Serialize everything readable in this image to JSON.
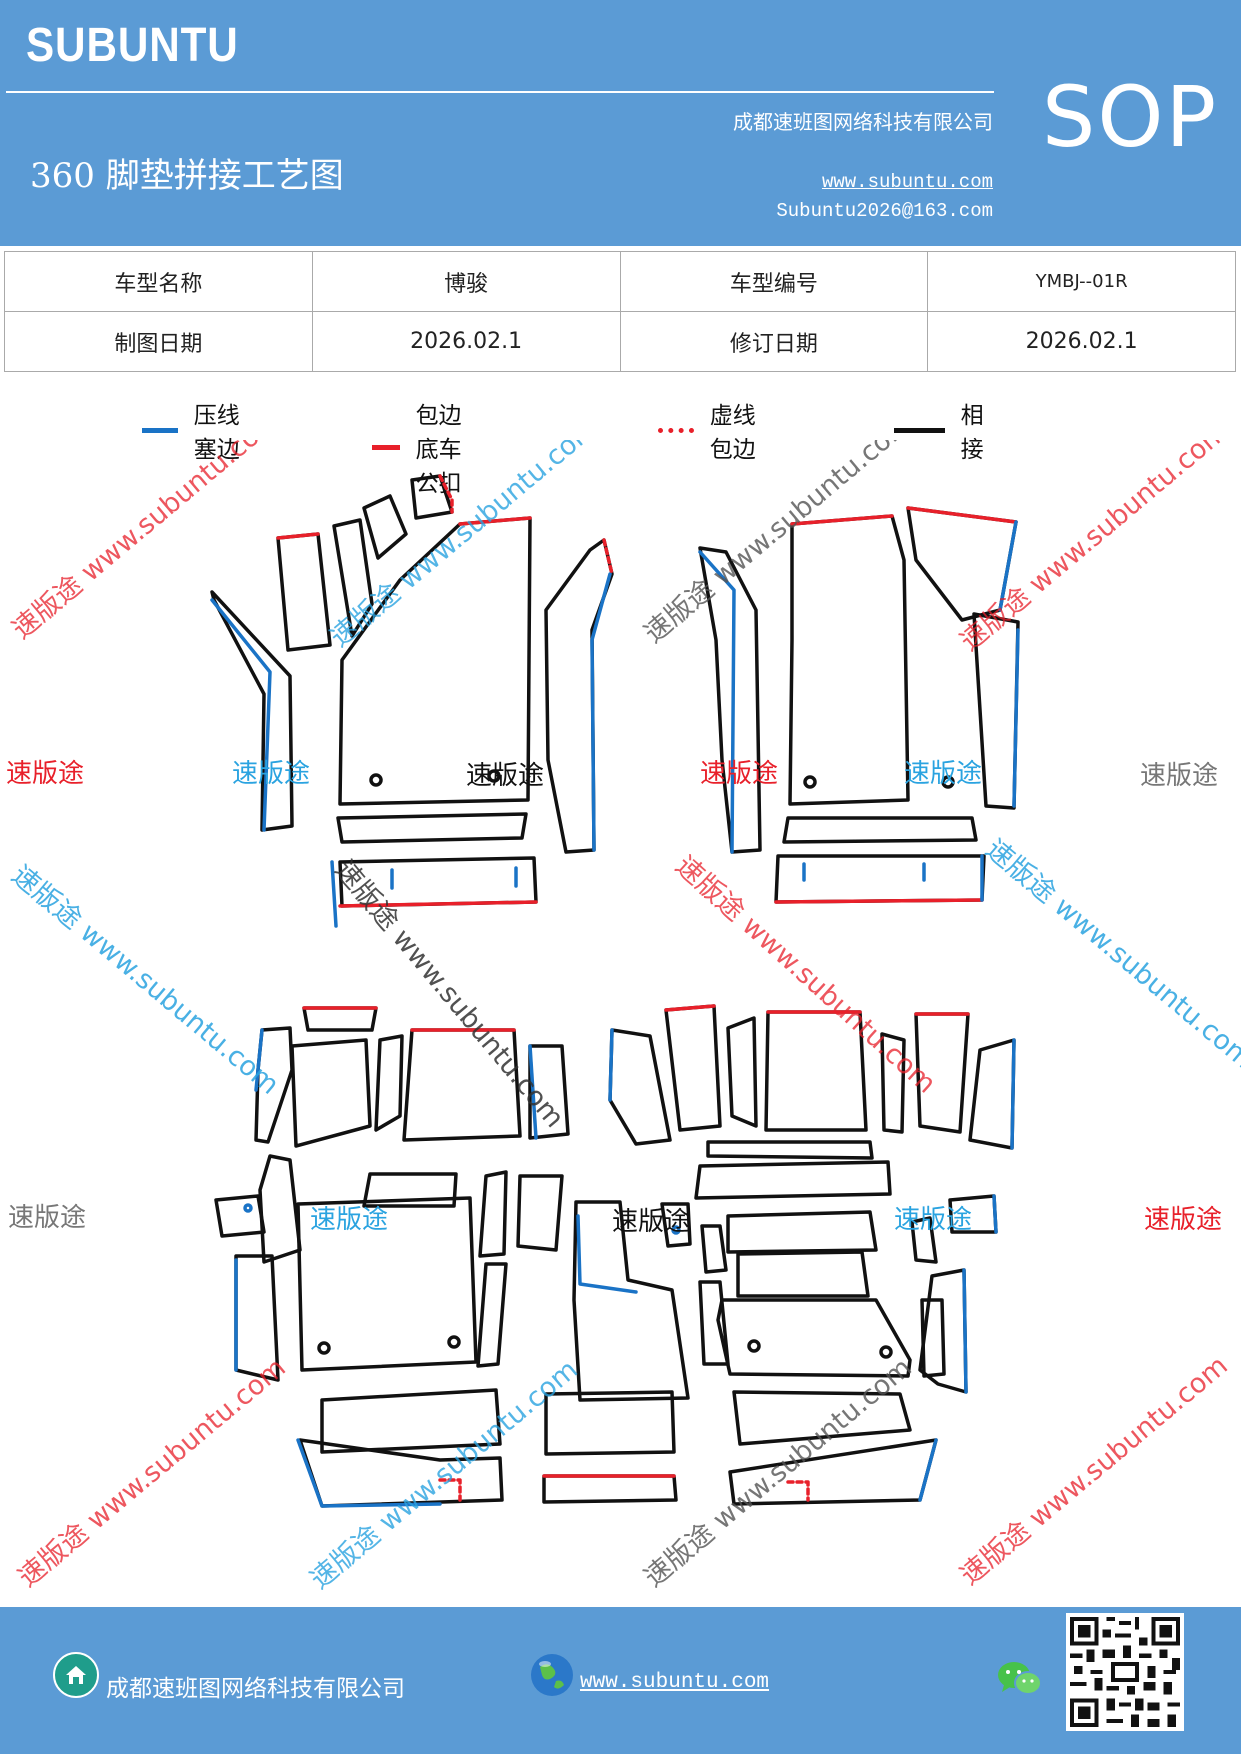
{
  "header": {
    "brand": "SUBUNTU",
    "company": "成都速班图网络科技有限公司",
    "title": "360 脚垫拼接工艺图",
    "website": "www.subuntu.com",
    "email": "Subuntu2026@163.com",
    "badge": "SOP"
  },
  "info_table": {
    "rows": [
      [
        "车型名称",
        "博骏",
        "车型编号",
        "YMBJ--01R"
      ],
      [
        "制图日期",
        "2026.02.1",
        "修订日期",
        "2026.02.1"
      ]
    ]
  },
  "legend": [
    {
      "label": "压线塞边",
      "color": "#1a73c6",
      "style": "solid"
    },
    {
      "label": "包边底车公扣",
      "color": "#e8202a",
      "style": "solid"
    },
    {
      "label": "虚线包边",
      "color": "#e8202a",
      "style": "dotted"
    },
    {
      "label": "相接",
      "color": "#111111",
      "style": "solid"
    }
  ],
  "watermarks": {
    "brand_text": "速版途",
    "url_text": "www.subuntu.com",
    "diagonal_text": "速版途 www.subuntu.com"
  },
  "footer": {
    "company": "成都速班图网络科技有限公司",
    "website": "www.subuntu.com"
  },
  "icons": [
    "home-icon",
    "globe-icon",
    "wechat-icon",
    "qr-code-icon"
  ],
  "colors": {
    "header_bg": "#5b9bd5",
    "press_line": "#1a73c6",
    "hem_line": "#e8202a",
    "join_line": "#111111"
  }
}
